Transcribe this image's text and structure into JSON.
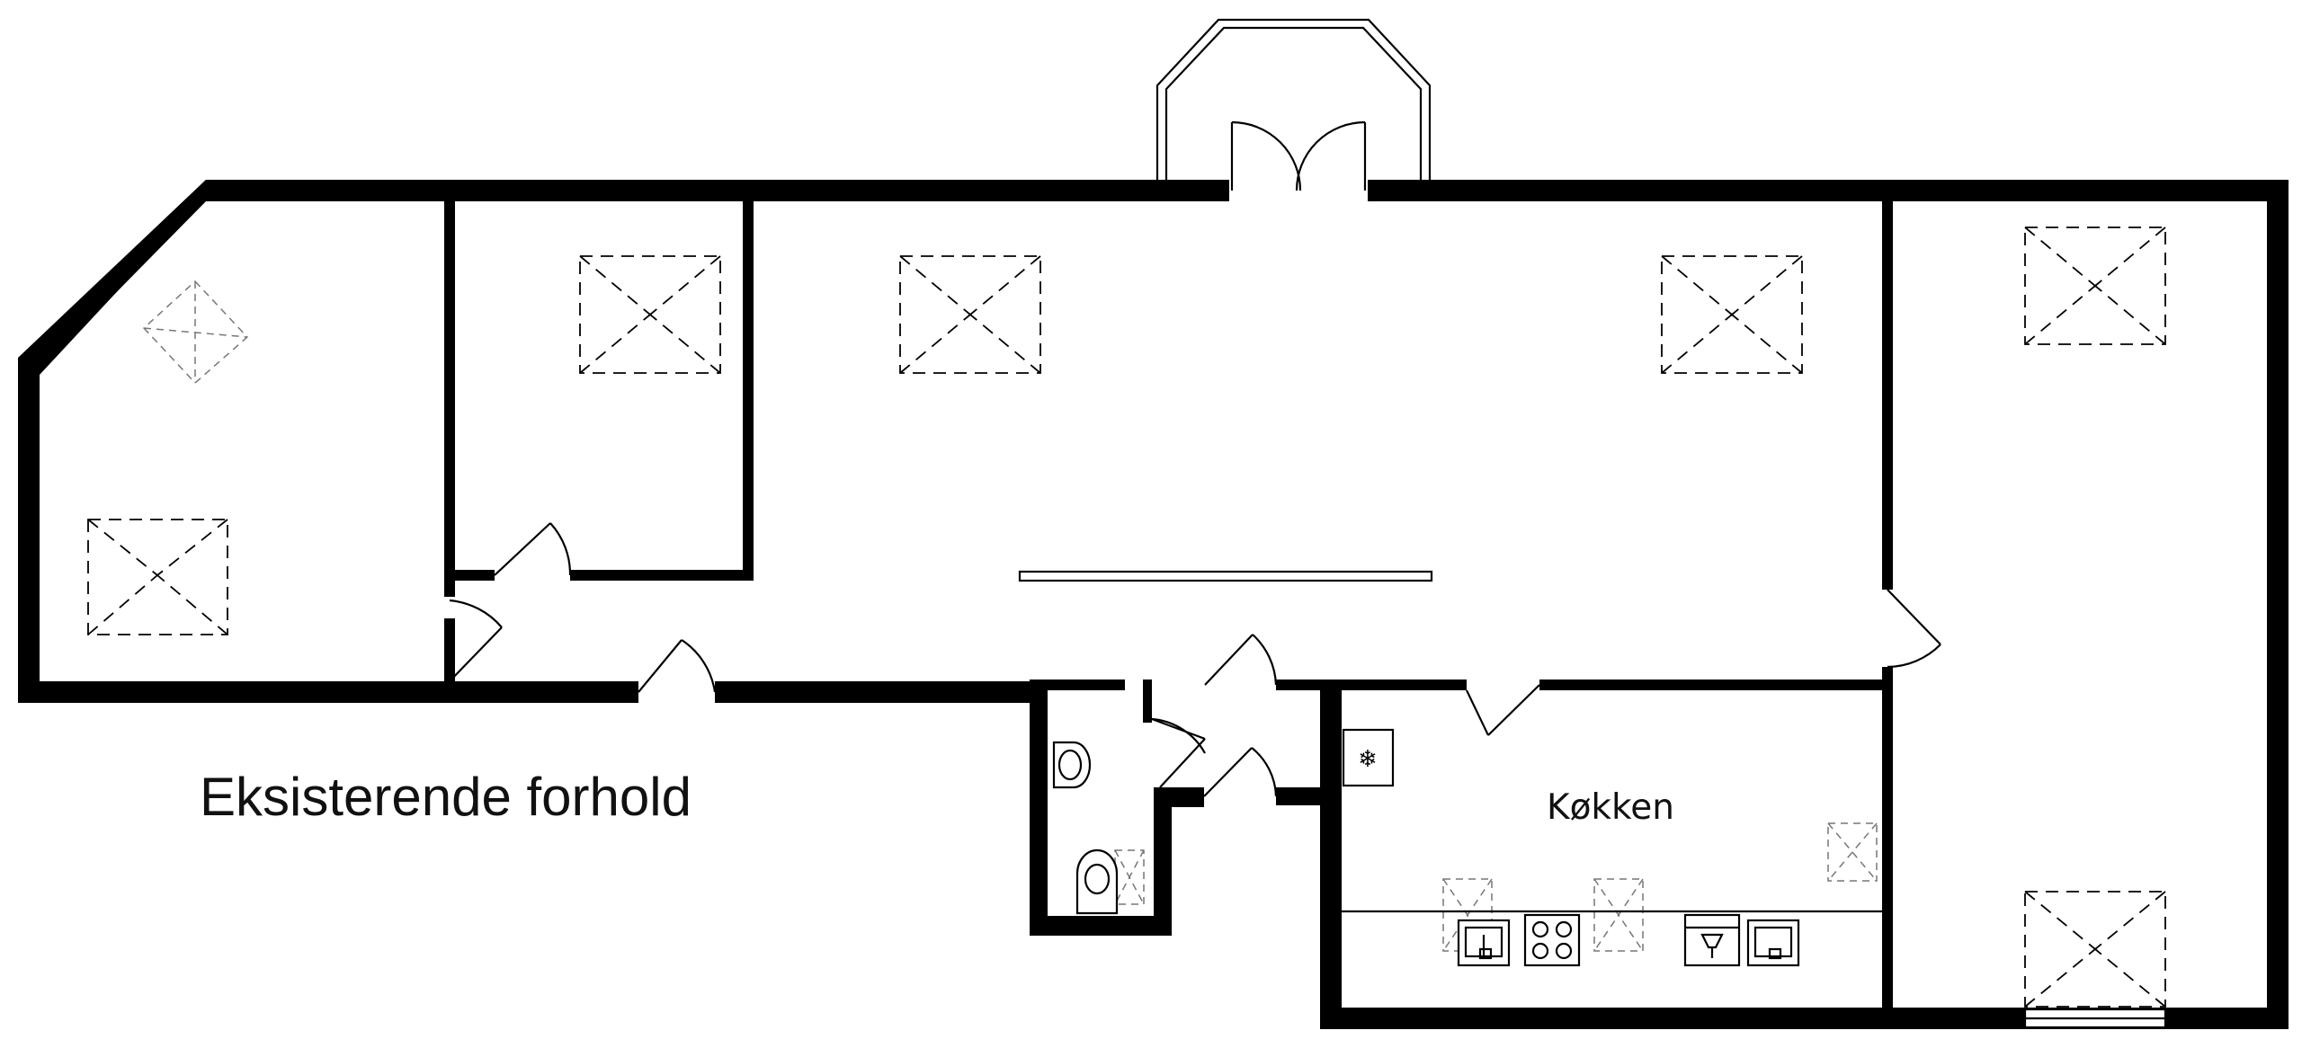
{
  "drawing": {
    "title": "Eksisterende forhold",
    "rooms": [
      {
        "key": "kitchen",
        "label": "Køkken"
      }
    ]
  },
  "colors": {
    "walls": "#000000",
    "background": "#ffffff",
    "symbols": "#000000"
  },
  "icons": [
    "skylight-icon",
    "door-swing-icon",
    "sink-icon",
    "toilet-icon",
    "hob-icon",
    "dishwasher-icon",
    "freezer-icon",
    "bay-window-icon"
  ]
}
